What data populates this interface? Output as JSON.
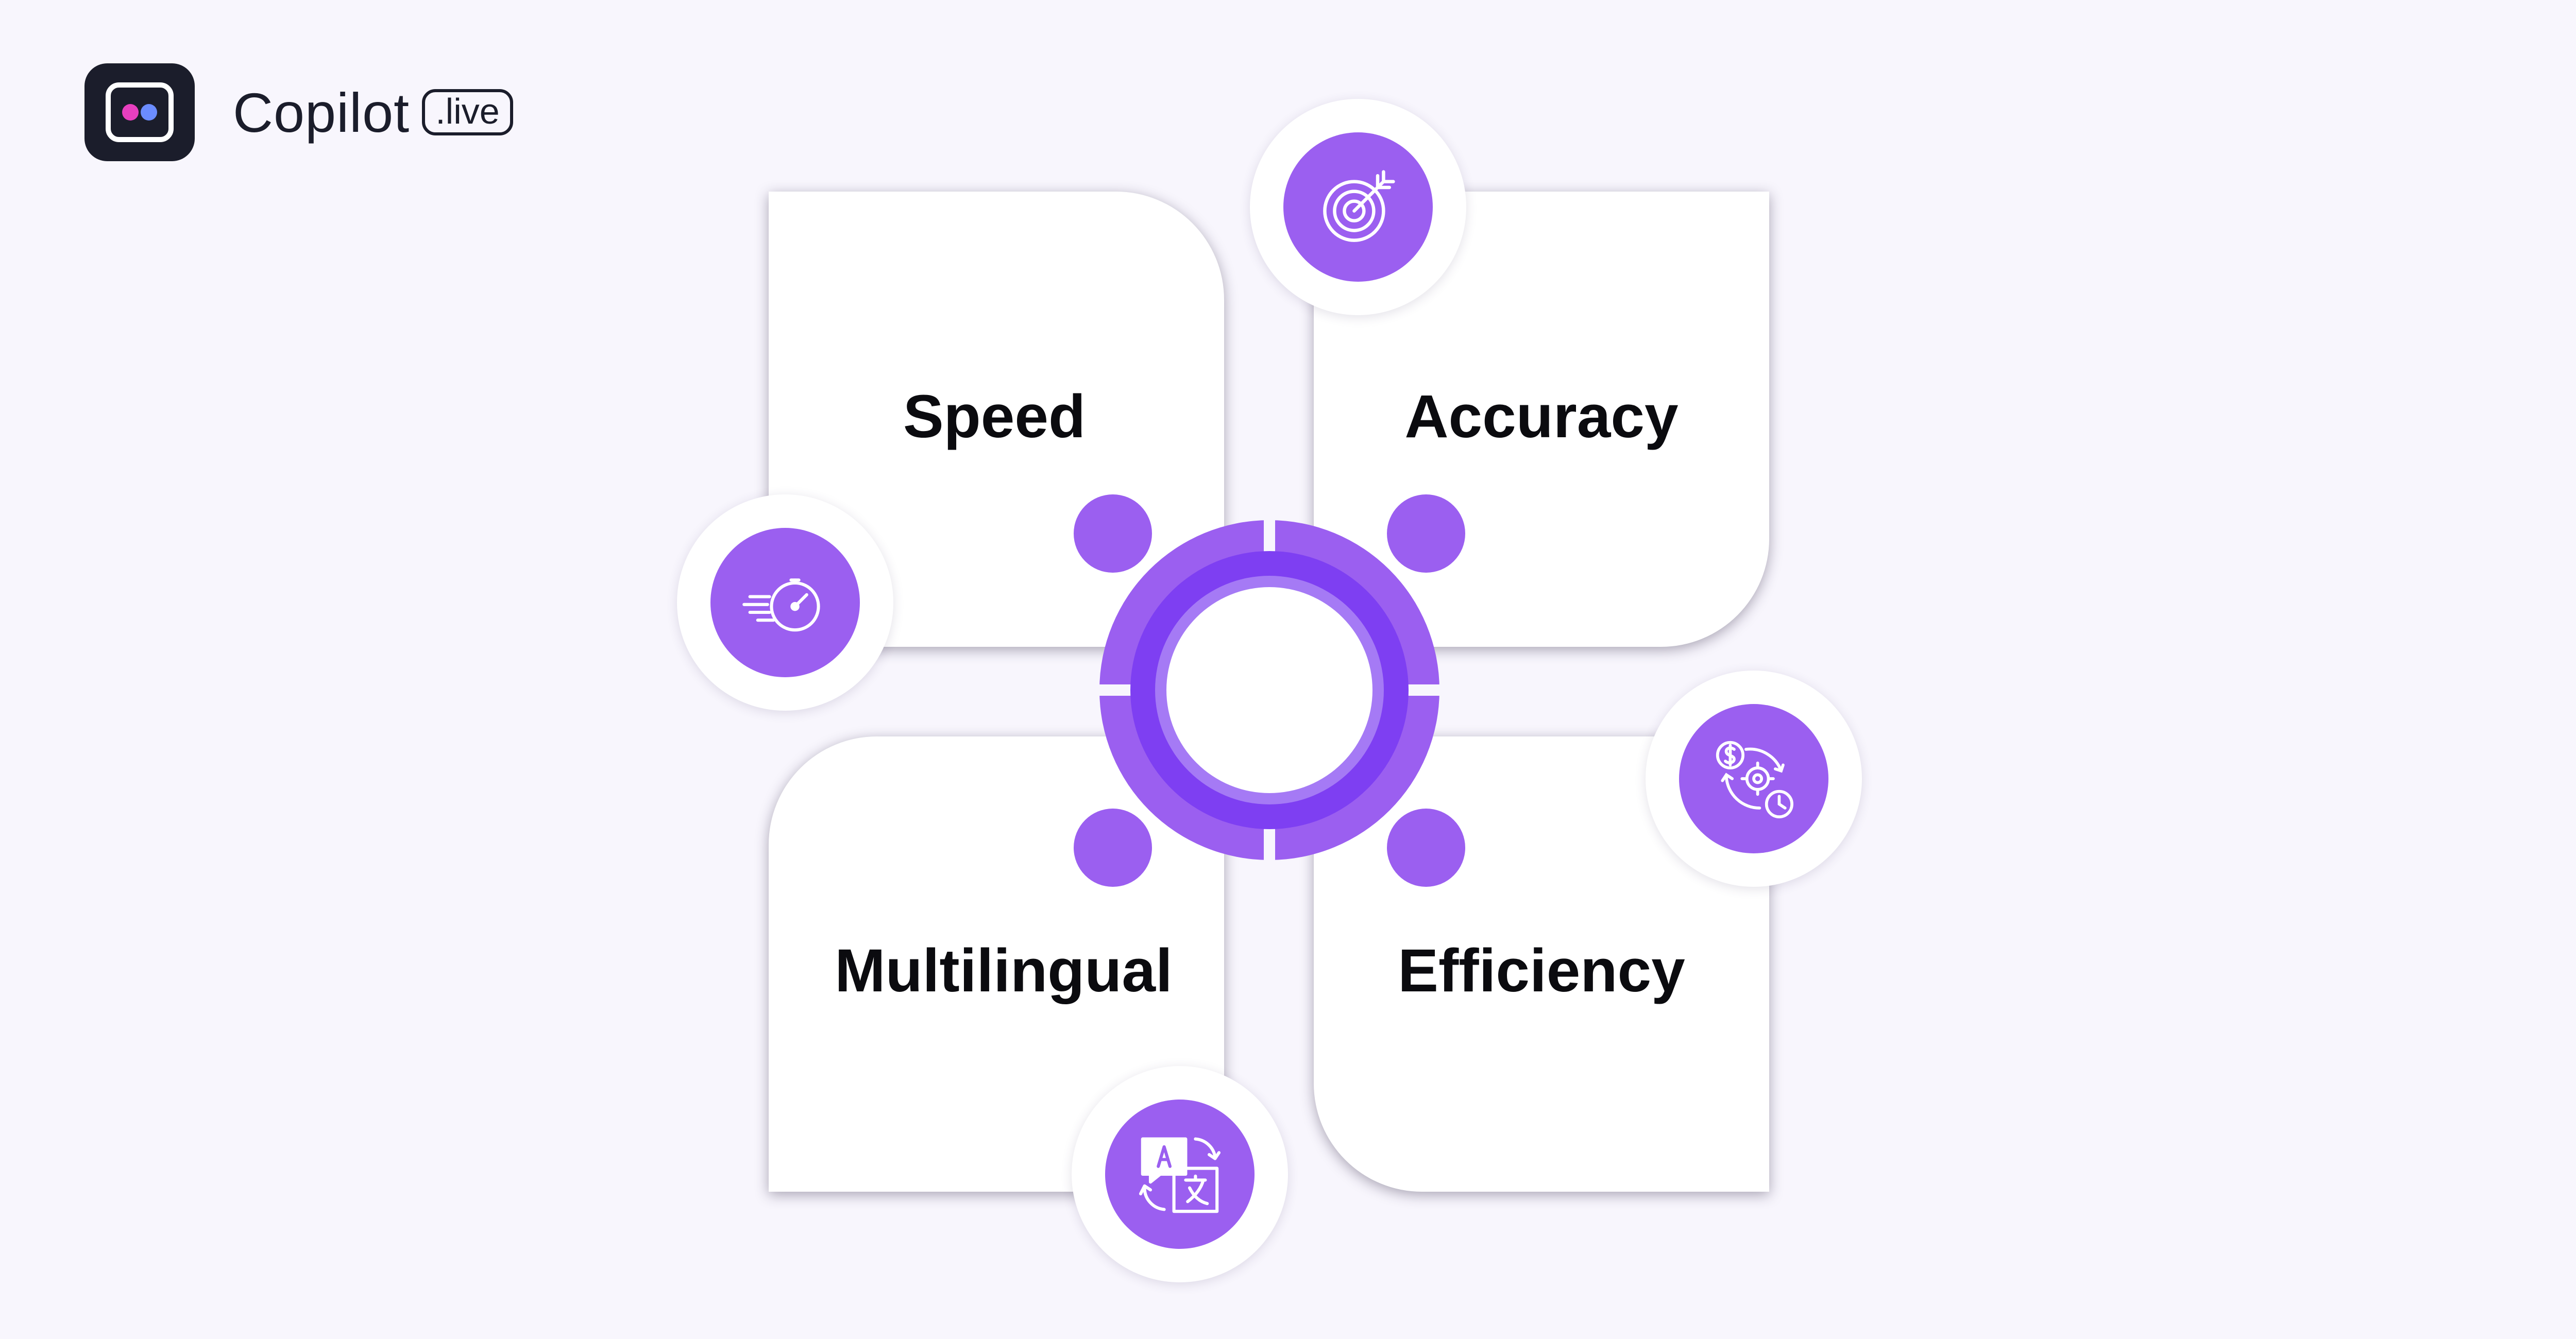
{
  "brand": {
    "name": "Copilot",
    "badge": ".live",
    "logo_bg": "#1b1d2b",
    "dot_colors": [
      "#e83fbf",
      "#6b8cff"
    ]
  },
  "colors": {
    "accent": "#9b5ff0",
    "accent_dark": "#7e3ff2",
    "background": "#f8f6fd",
    "card": "#ffffff",
    "text": "#0b0b0f"
  },
  "cards": [
    {
      "id": "speed",
      "label": "Speed",
      "icon": "stopwatch-speed-icon"
    },
    {
      "id": "accuracy",
      "label": "Accuracy",
      "icon": "target-arrow-icon"
    },
    {
      "id": "multilingual",
      "label": "Multilingual",
      "icon": "translate-icon"
    },
    {
      "id": "efficiency",
      "label": "Efficiency",
      "icon": "money-gear-clock-icon"
    }
  ],
  "hub": {
    "icon": "central-hub-icon"
  }
}
